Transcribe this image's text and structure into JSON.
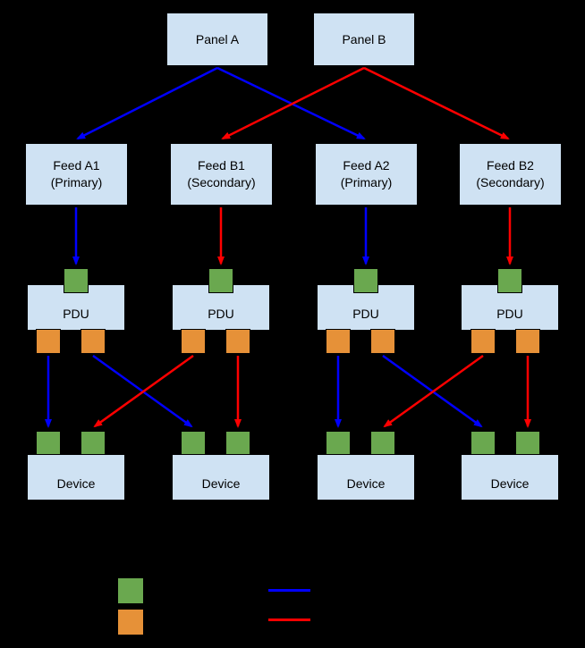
{
  "colors": {
    "background": "#000000",
    "node_fill": "#cfe2f3",
    "node_border": "#000000",
    "input_port": "#6aa84f",
    "output_port": "#e69138",
    "primary": "#0000ff",
    "secondary": "#ff0000"
  },
  "panels": [
    {
      "label": "Panel A"
    },
    {
      "label": "Panel B"
    }
  ],
  "feeds": [
    {
      "name": "Feed A1",
      "role": "(Primary)"
    },
    {
      "name": "Feed B1",
      "role": "(Secondary)"
    },
    {
      "name": "Feed A2",
      "role": "(Primary)"
    },
    {
      "name": "Feed B2",
      "role": "(Secondary)"
    }
  ],
  "pdu_label": "PDU",
  "device_label": "Device",
  "legend": {
    "input_port_swatch": "green-square",
    "output_port_swatch": "orange-square",
    "primary_line": "blue-line",
    "secondary_line": "red-line"
  }
}
